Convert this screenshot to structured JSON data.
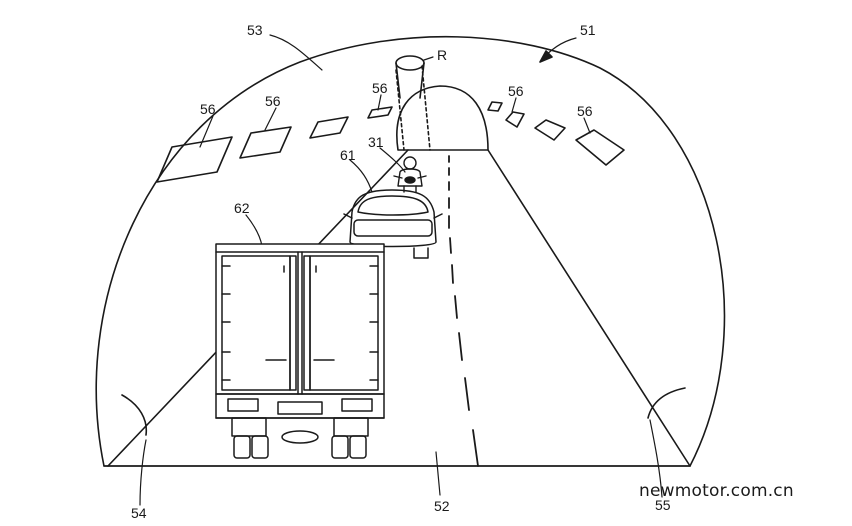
{
  "figure": {
    "labels": {
      "tunnel": "51",
      "inner_wall": "53",
      "road_surface": "52",
      "left_wall_corner": "54",
      "right_wall_corner": "55",
      "lights": "56",
      "light_left_1": "56",
      "light_left_2": "56",
      "light_center": "56",
      "light_right_1": "56",
      "light_right_2": "56",
      "rider": "31",
      "car": "61",
      "truck": "62",
      "light_source": "R"
    }
  },
  "watermark": "newmotor.com.cn"
}
